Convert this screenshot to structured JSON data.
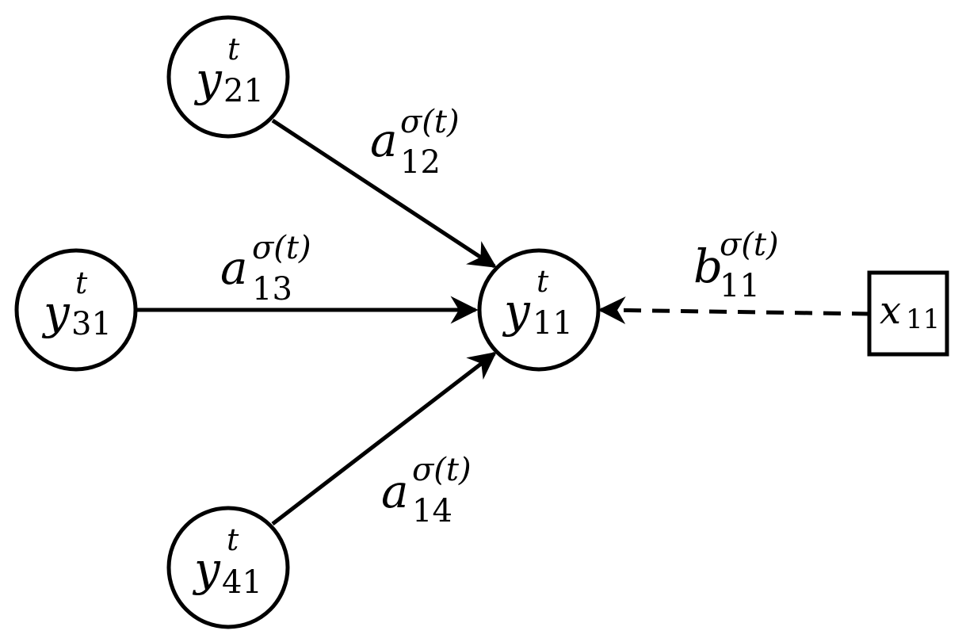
{
  "diagram": {
    "nodes": {
      "y11": {
        "base": "y",
        "sup": "t",
        "sub": "11"
      },
      "y21": {
        "base": "y",
        "sup": "t",
        "sub": "21"
      },
      "y31": {
        "base": "y",
        "sup": "t",
        "sub": "31"
      },
      "y41": {
        "base": "y",
        "sup": "t",
        "sub": "41"
      },
      "x11": {
        "base": "x",
        "sub": "11"
      }
    },
    "edges": {
      "a12": {
        "base": "a",
        "sup": "σ(t)",
        "sub": "12",
        "from": "y21",
        "to": "y11",
        "style": "solid"
      },
      "a13": {
        "base": "a",
        "sup": "σ(t)",
        "sub": "13",
        "from": "y31",
        "to": "y11",
        "style": "solid"
      },
      "a14": {
        "base": "a",
        "sup": "σ(t)",
        "sub": "14",
        "from": "y41",
        "to": "y11",
        "style": "solid"
      },
      "b11": {
        "base": "b",
        "sup": "σ(t)",
        "sub": "11",
        "from": "x11",
        "to": "y11",
        "style": "dashed"
      }
    }
  }
}
